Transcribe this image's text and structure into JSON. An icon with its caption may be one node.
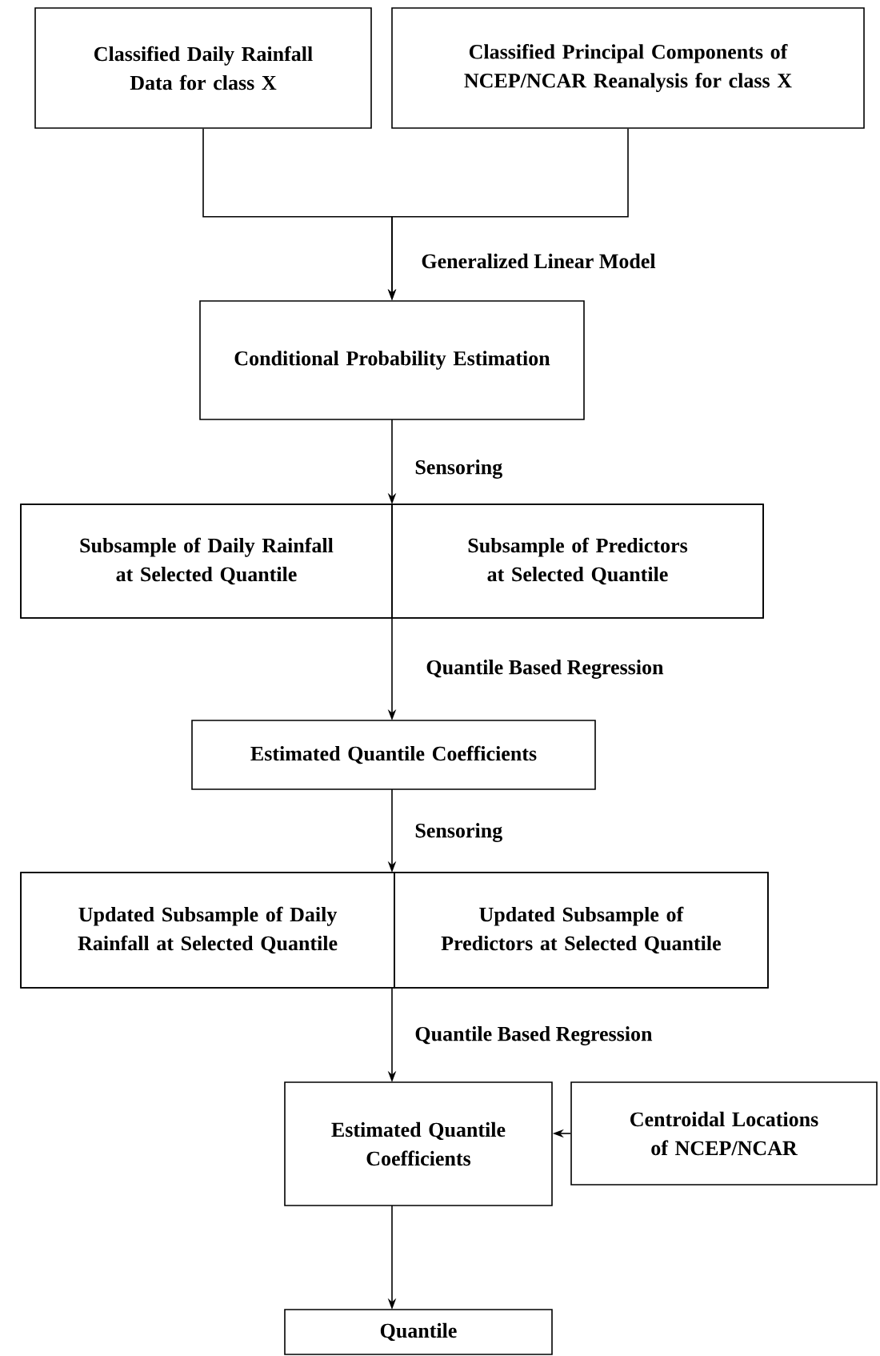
{
  "diagram": {
    "nodes": [
      {
        "text": [
          "Classified Daily Rainfall Data for class X"
        ]
      },
      {
        "text": [
          "Classified Principal Components of NCEP/NCAR Reanalysis for class X"
        ]
      },
      {
        "text": [
          "Conditional Probability Estimation"
        ]
      },
      {
        "text": [],
        "shape": "box"
      },
      {
        "text": [
          "Subsample of Daily Rainfall at Selected Quantile"
        ],
        "in": 3
      },
      {
        "text": [
          "Subsample of Predictors at Selected Quantile"
        ],
        "in": 3
      },
      {
        "text": [
          "Estimated Quantile Coefficients"
        ]
      },
      {
        "text": [],
        "shape": "box"
      },
      {
        "text": [
          "Updated Subsample of Daily Rainfall at Selected Quantile"
        ],
        "in": 7
      },
      {
        "text": [
          "Updated Subsample of Predictors at Selected Quantile"
        ],
        "in": 7
      },
      {
        "text": [
          "Estimated Quantile Coefficients"
        ]
      },
      {
        "text": [
          "Centroidal Locations of NCEP/NCAR"
        ]
      },
      {
        "text": [
          "Quantile"
        ]
      }
    ],
    "edges": [
      {
        "from": 0,
        "to": 2,
        "arrow": "to",
        "label": "Generalized Linear Model"
      },
      {
        "from": 1,
        "to": 2,
        "arrow": "to"
      },
      {
        "from": 2,
        "to": 3,
        "arrow": "to",
        "label": "Sensoring"
      },
      {
        "from": 3,
        "to": 6,
        "arrow": "to",
        "label": "Quantile Based Regression"
      },
      {
        "from": 6,
        "to": 7,
        "arrow": "to",
        "label": "Sensoring"
      },
      {
        "from": 7,
        "to": 10,
        "arrow": "to",
        "label": "Quantile Based Regression"
      },
      {
        "from": 11,
        "to": 10,
        "arrow": "to"
      },
      {
        "from": 10,
        "to": 12,
        "arrow": "to"
      }
    ]
  }
}
